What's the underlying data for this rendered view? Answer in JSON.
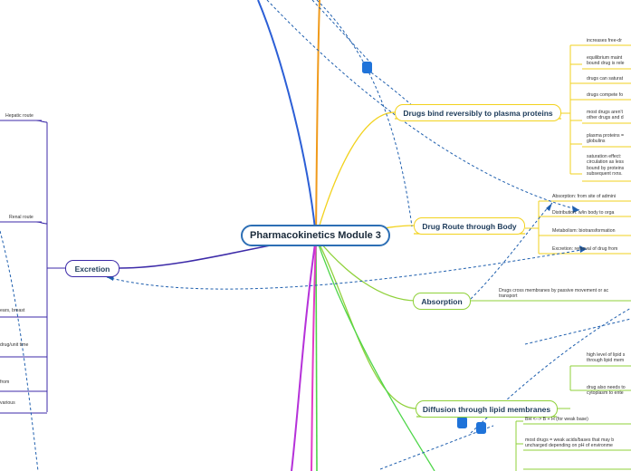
{
  "central": "Pharmacokinetics Module 3",
  "branches": {
    "plasma": {
      "title": "Drugs bind reversibly to plasma proteins",
      "items": [
        "increases free-dr",
        "equilibrium maint\nbound drug is rele",
        "drugs can saturat",
        "drugs compete fo",
        "most drugs aren't\nother drugs and d",
        "plasma proteins =\nglobulins",
        "saturation effect: \ncirculation as less\nbound by proteins\nsubsequent rxns."
      ]
    },
    "route": {
      "title": "Drug Route through Body",
      "items": [
        "Absorption: from site of admini",
        "Distribution: w/in body to orga",
        "Metabolism: biotransformation",
        "Excretion: removal of drug from"
      ]
    },
    "absorption": {
      "title": "Absorption",
      "items": [
        "Drugs cross membranes by passive movement or ac\ntransport"
      ]
    },
    "diffusion": {
      "title": "Diffusion through lipid membranes",
      "items": [
        "high level of lipid s\nthrough lipid mem",
        "drug also needs to\ncytoplasm to ente"
      ]
    },
    "ionization": {
      "items": [
        "BH <--> B + H (for weak base)",
        "most drugs = weak acids/bases that may b\nuncharged depending on pH of environme"
      ]
    },
    "excretion": {
      "title": "Excretion",
      "items": [
        "Hepatic route",
        "Renal route",
        "ears, breast",
        "drug/unit time",
        "from",
        "various"
      ]
    }
  },
  "colors": {
    "central": "#2d6fb5",
    "plasma": "#f2d21e",
    "route": "#f2d21e",
    "absorption": "#8fd13a",
    "diffusion": "#8fd13a",
    "excretion": "#3c2aa8",
    "top_orange": "#f09a1b",
    "top_blue": "#2c5fd6",
    "magenta": "#b531d9",
    "pink": "#e23cc7",
    "green": "#4fd64a",
    "relation": "#1f5fae",
    "tag": "#1f73d9"
  },
  "icons": [
    "relationship-marker-icon"
  ]
}
